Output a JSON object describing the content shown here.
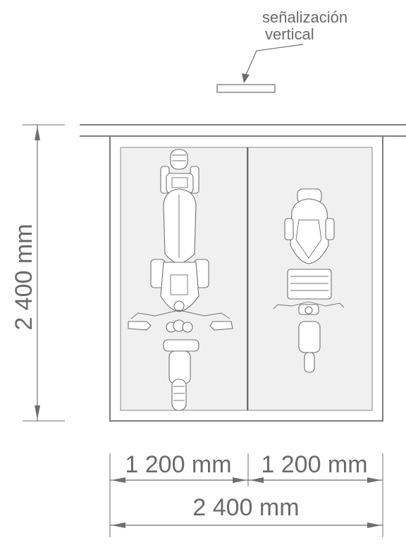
{
  "annotation": {
    "sign_label_line1": "señalización",
    "sign_label_line2": "vertical"
  },
  "dimensions": {
    "height_label": "2 400 mm",
    "left_width_label": "1 200 mm",
    "right_width_label": "1 200 mm",
    "total_width_label": "2 400 mm"
  },
  "colors": {
    "line": "#6e6e6e",
    "bay_fill": "#f1f0f0",
    "text": "#6a6a6a"
  },
  "icons": [
    "motorcycle-large-icon",
    "motorcycle-small-icon",
    "arrow-icon"
  ]
}
